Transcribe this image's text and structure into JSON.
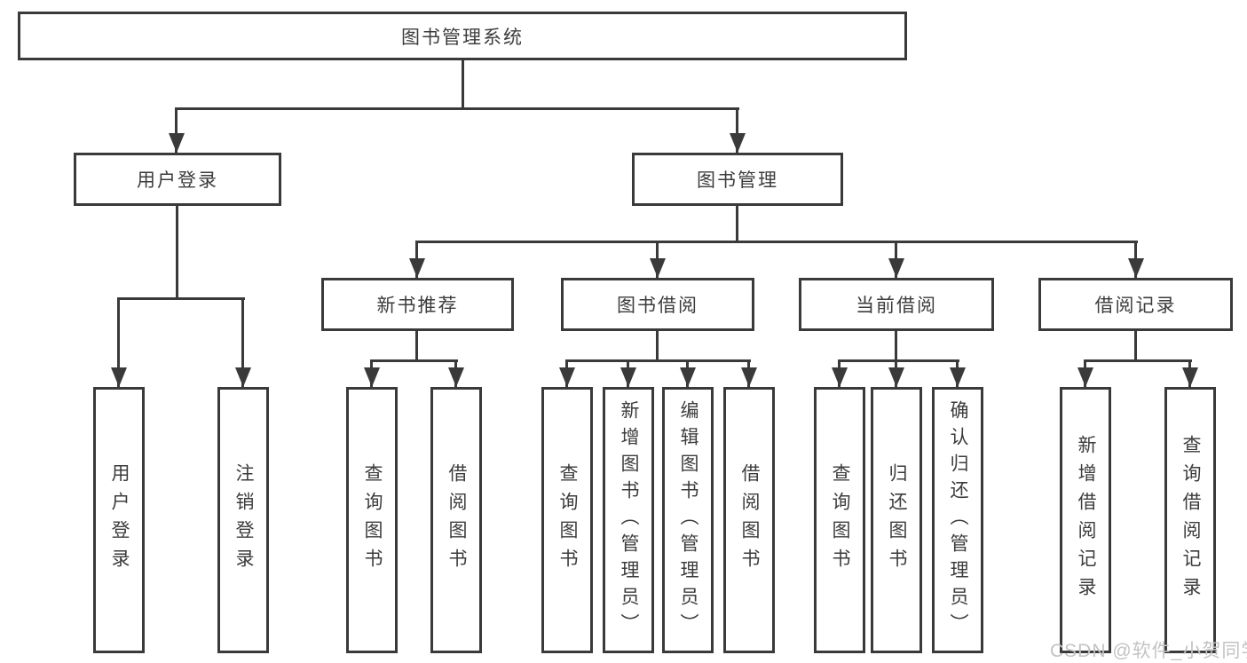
{
  "diagram": {
    "root": "图书管理系统",
    "branches": [
      "用户登录",
      "图书管理"
    ],
    "modules": [
      "新书推荐",
      "图书借阅",
      "当前借阅",
      "借阅记录"
    ],
    "leaves": {
      "login": [
        "用户登录",
        "注销登录"
      ],
      "newbook": [
        "查询图书",
        "借阅图书"
      ],
      "borrowing": [
        "查询图书",
        "新增图书（管理员）",
        "编辑图书（管理员）",
        "借阅图书"
      ],
      "current": [
        "查询图书",
        "归还图书",
        "确认归还（管理员）"
      ],
      "records": [
        "新增借阅记录",
        "查询借阅记录"
      ]
    }
  },
  "watermark": "CSDN @软件_小贺同学",
  "colors": {
    "line": "#3a3a3a",
    "text": "#3c3c3c",
    "background": "#ffffff",
    "watermark": "#c3c3c3"
  }
}
